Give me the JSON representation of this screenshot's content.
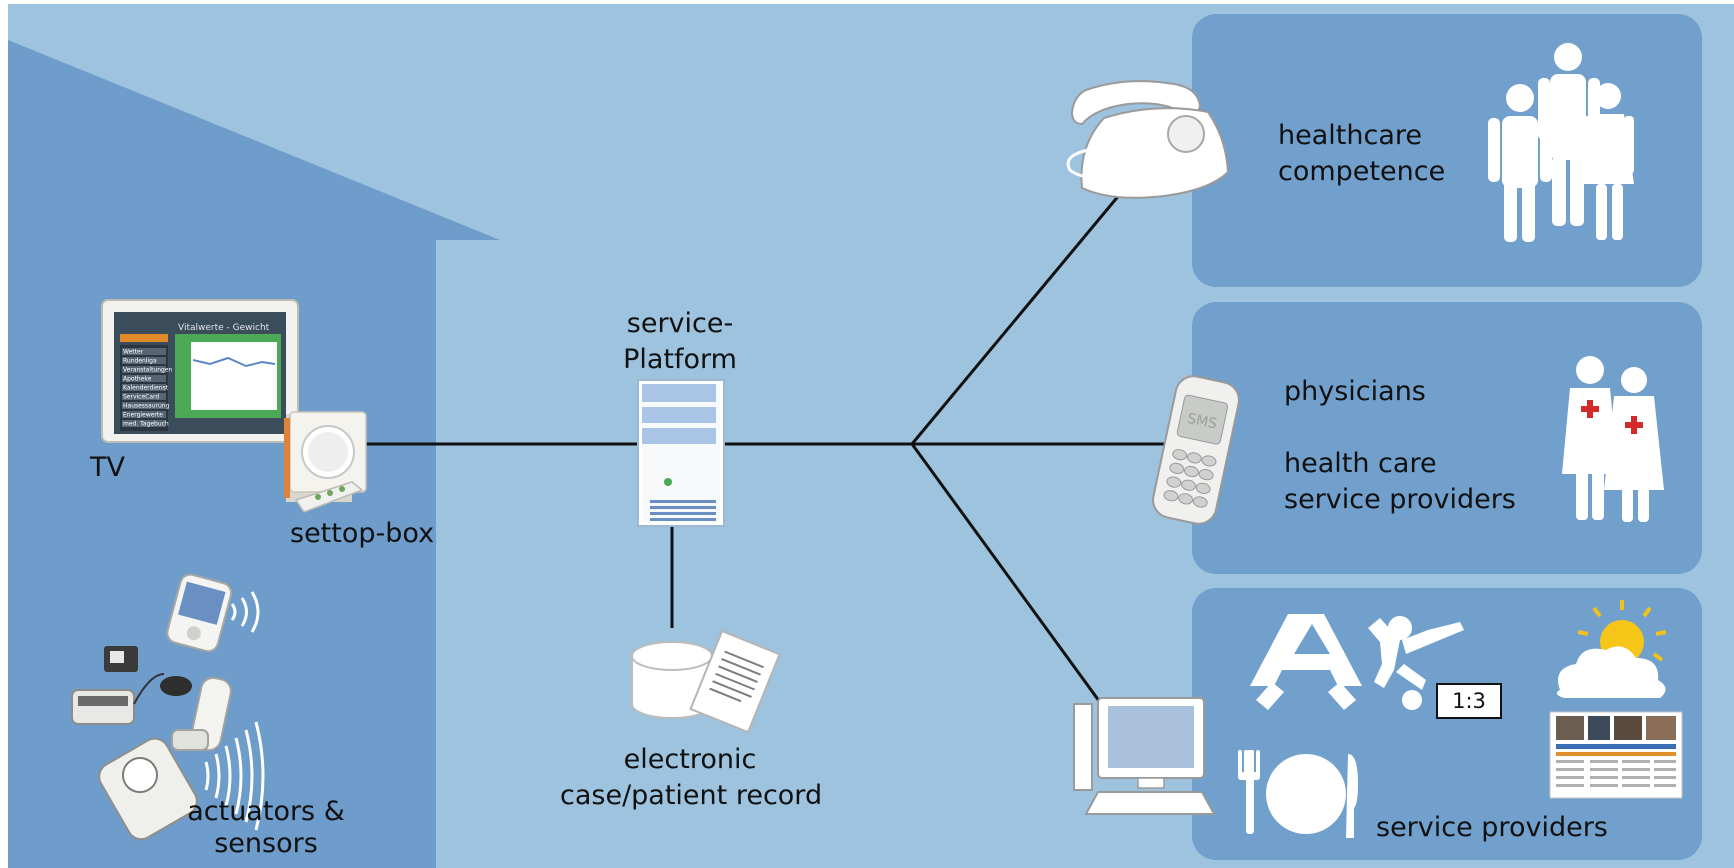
{
  "labels": {
    "tv": "TV",
    "settop_box": "settop-box",
    "actuators_sensors": [
      "actuators &",
      "sensors"
    ],
    "service_platform": [
      "service-",
      "Platform"
    ],
    "electronic_record": [
      "electronic",
      "case/patient record"
    ],
    "healthcare_competence": [
      "healthcare",
      "competence"
    ],
    "physicians": "physicians",
    "health_care_service_providers": [
      "health care",
      "service providers"
    ],
    "service_providers": "service providers"
  },
  "phone_display": "SMS",
  "score": "1:3",
  "tv_screen": {
    "title": "Vitalwerte - Gewicht",
    "menu_items": [
      "Wetter",
      "Rundenliga",
      "Veranstaltungen",
      "Apotheke",
      "Kalenderdienst",
      "ServiceCard",
      "Hausessaurung",
      "Energiewerte",
      "med. Tagebuch"
    ]
  },
  "colors": {
    "background": "#9ec3df",
    "house": "#6e9ccb",
    "panel": "#72a0cd",
    "line": "#111111"
  }
}
